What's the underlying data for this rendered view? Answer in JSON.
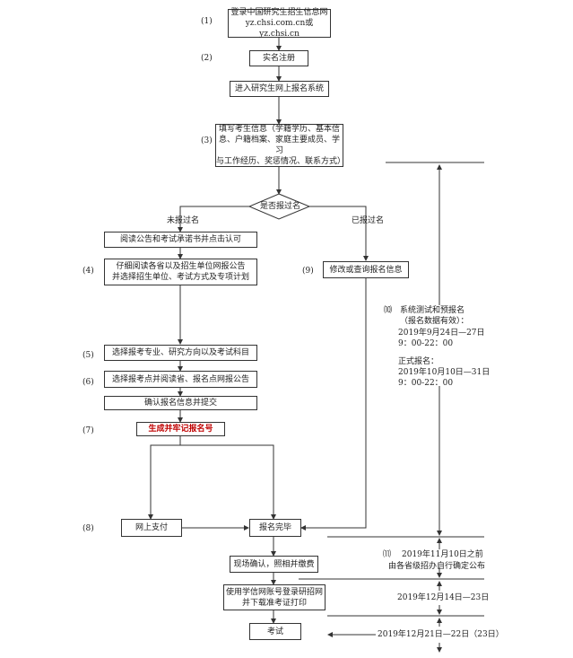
{
  "steps": {
    "s1": {
      "num": "(1)",
      "lines": [
        "登录中国研究生招生信息网",
        "yz.chsi.com.cn或yz.chsi.cn"
      ]
    },
    "s2": {
      "num": "(2)",
      "text": "实名注册"
    },
    "s2b": {
      "text": "进入研究生网上报名系统"
    },
    "s3": {
      "num": "(3)",
      "lines": [
        "填写考生信息（学籍学历、基本信",
        "息、户籍档案、家庭主要成员、学习",
        "与工作经历、奖惩情况、联系方式）"
      ]
    },
    "decision": {
      "text": "是否报过名"
    },
    "branch_left": "未报过名",
    "branch_right": "已报过名",
    "read": {
      "text": "阅读公告和考试承诺书并点击认可"
    },
    "s4": {
      "num": "(4)",
      "lines": [
        "仔细阅读各省以及招生单位网报公告",
        "并选择招生单位、考试方式及专项计划"
      ]
    },
    "s9": {
      "num": "(9)",
      "text": "修改或查询报名信息"
    },
    "s5": {
      "num": "(5)",
      "text": "选择报考专业、研究方向以及考试科目"
    },
    "s6": {
      "num": "(6)",
      "text": "选择报考点并阅读省、报名点网报公告"
    },
    "confirm": {
      "text": "确认报名信息并提交"
    },
    "s7": {
      "num": "(7)",
      "text": "生成并牢记报名号"
    },
    "s8": {
      "num": "(8)",
      "text": "网上支付"
    },
    "done": {
      "text": "报名完毕"
    },
    "onsite": {
      "text": "现场确认，照相并缴费"
    },
    "print": {
      "lines": [
        "使用学信网账号登录研招网",
        "并下载准考证打印"
      ]
    },
    "exam": {
      "text": "考试"
    }
  },
  "timeline": {
    "t10": {
      "num": "⑽",
      "title": "系统测试和预报名",
      "note": "（报名数据有效）：",
      "date1": "2019年9月24日—27日",
      "time1": "9：00-22：00",
      "title2": "正式报名：",
      "date2": "2019年10月10日—31日",
      "time2": "9：00-22：00"
    },
    "t11": {
      "num": "⑾",
      "line1": "2019年11月10日之前",
      "line2": "由各省级招办自行确定公布"
    },
    "t12": {
      "text": "2019年12月14日—23日"
    },
    "t13": {
      "text": "2019年12月21日—22日（23日）"
    }
  },
  "colors": {
    "line": "#333333",
    "highlight": "#c00000"
  }
}
